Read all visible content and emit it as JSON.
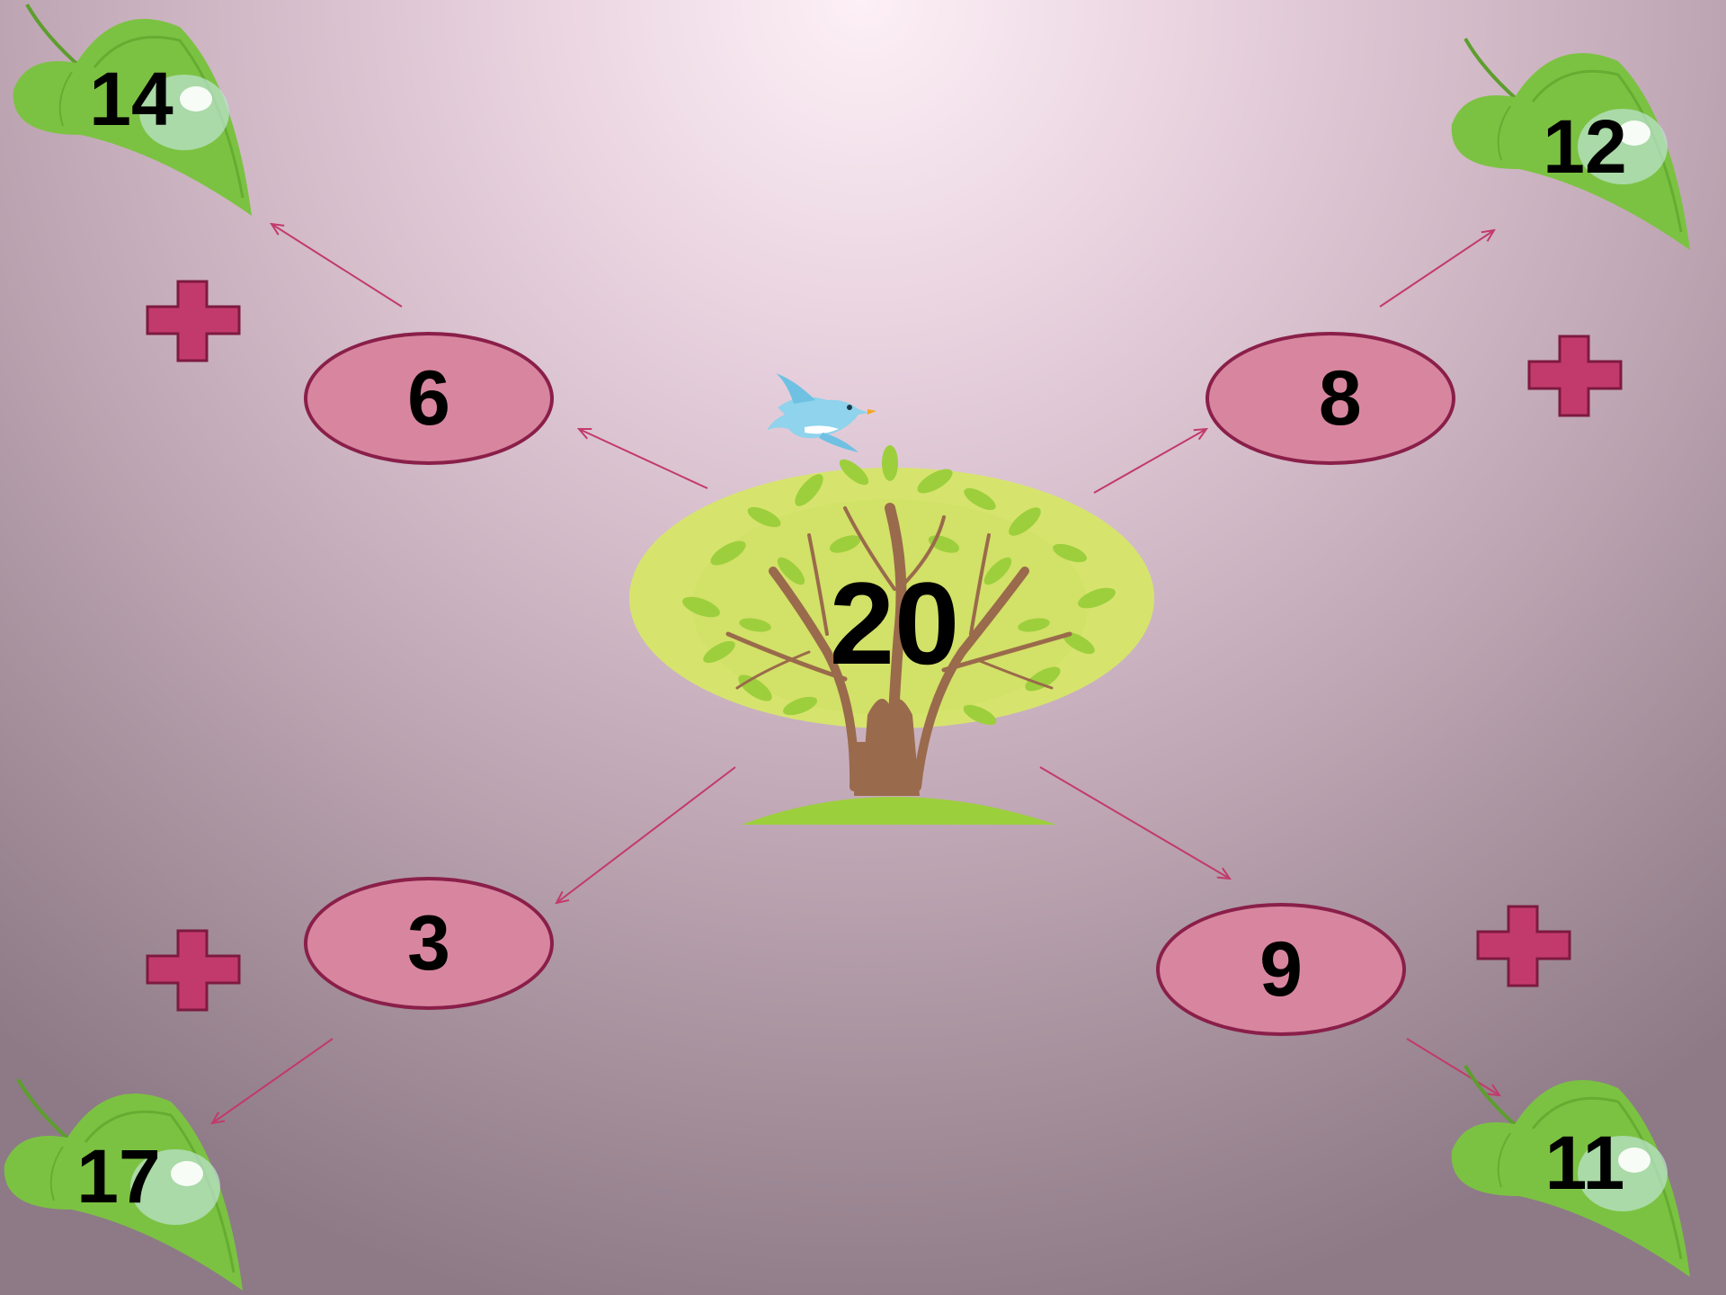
{
  "center": {
    "value": "20",
    "icon": "tree-icon",
    "bird_icon": "bird-icon"
  },
  "ovals": {
    "top_left": "6",
    "top_right": "8",
    "bottom_left": "3",
    "bottom_right": "9"
  },
  "leaves": {
    "top_left": "14",
    "top_right": "12",
    "bottom_left": "17",
    "bottom_right": "11"
  },
  "operator": "plus",
  "colors": {
    "oval_fill": "#d8869f",
    "oval_border": "#8a1f4a",
    "plus_fill": "#c23a6b",
    "arrow": "#c23a6b",
    "leaf_green": "#7cc242",
    "tree_canopy": "#d6e46e",
    "trunk": "#9a6a4c"
  }
}
